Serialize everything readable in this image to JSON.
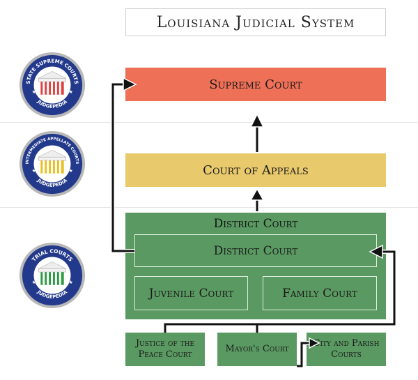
{
  "title": "Louisiana Judicial System",
  "levels": {
    "supreme": "Supreme Court",
    "appeals": "Court of Appeals",
    "district_group": "District Court",
    "district": "District Court",
    "juvenile": "Juvenile Court",
    "family": "Family Court",
    "justice_peace": "Justice of the Peace Court",
    "mayors": "Mayor's Court",
    "city_parish": "City and Parish Courts"
  },
  "seals": [
    {
      "top_text": "STATE SUPREME COURTS",
      "bottom_text": "JUDGEPEDIA",
      "color": "#e04040"
    },
    {
      "top_text": "INTERMEDIATE APPELLATE COURTS",
      "bottom_text": "JUDGEPEDIA",
      "color": "#e8c020"
    },
    {
      "top_text": "TRIAL COURTS",
      "bottom_text": "JUDGEPEDIA",
      "color": "#2e9a44"
    }
  ],
  "colors": {
    "supreme": "#ee7057",
    "appeals": "#e8c96c",
    "trial": "#5a9a62",
    "seal_ring": "#233a8c"
  }
}
